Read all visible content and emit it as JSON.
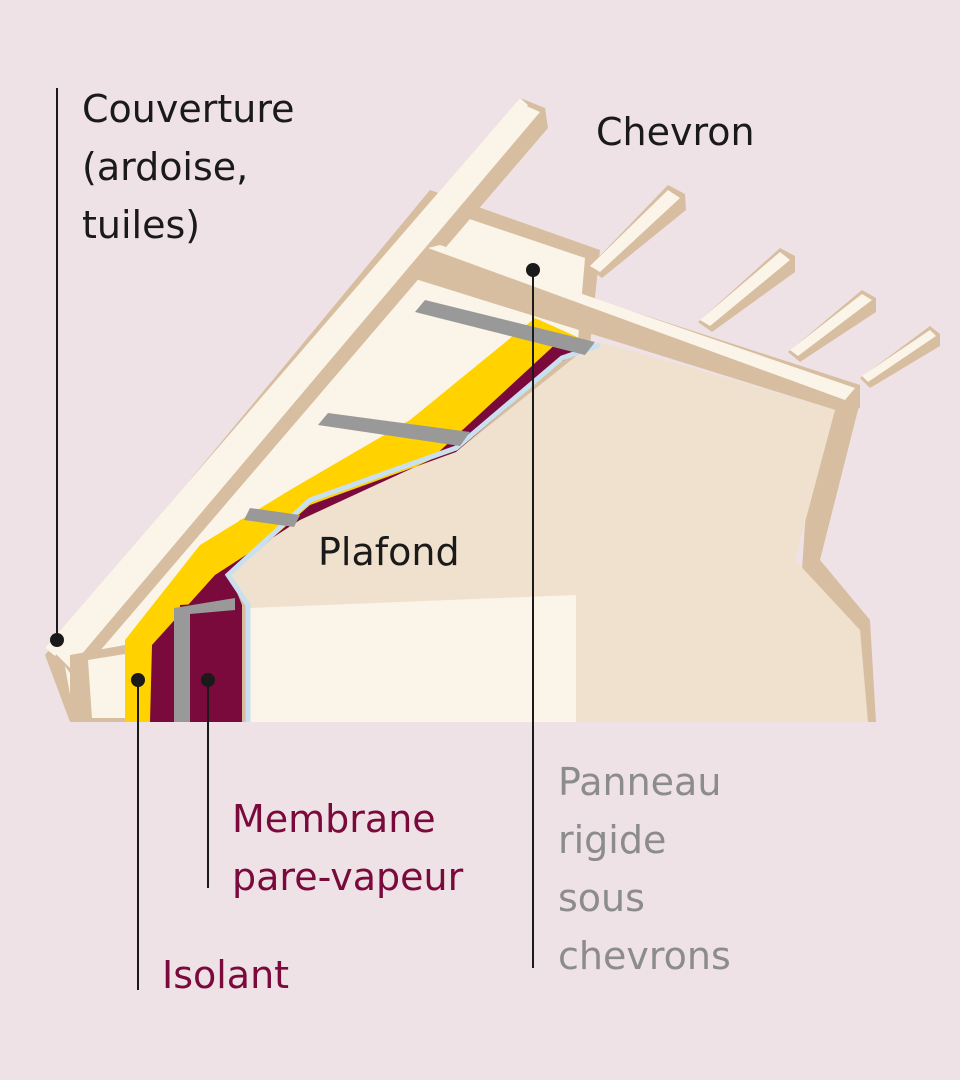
{
  "colors": {
    "background": "#efe2e6",
    "wood": "#fbf5e9",
    "wood_edge": "#d8bea0",
    "insulation": "#ffd200",
    "membrane": "#7a0a3c",
    "metal": "#999999",
    "ceiling": "#efe1cd",
    "wall": "#f8f0e3",
    "text_dark": "#1a1a1a",
    "text_membrane": "#7a0a3c",
    "text_panel": "#8c8c8c"
  },
  "labels": {
    "couverture": "Couverture\n(ardoise,\ntuiles)",
    "chevron": "Chevron",
    "plafond": "Plafond",
    "membrane": "Membrane\npare-vapeur",
    "isolant": "Isolant",
    "panneau": "Panneau\nrigide\nsous\nchevrons"
  }
}
